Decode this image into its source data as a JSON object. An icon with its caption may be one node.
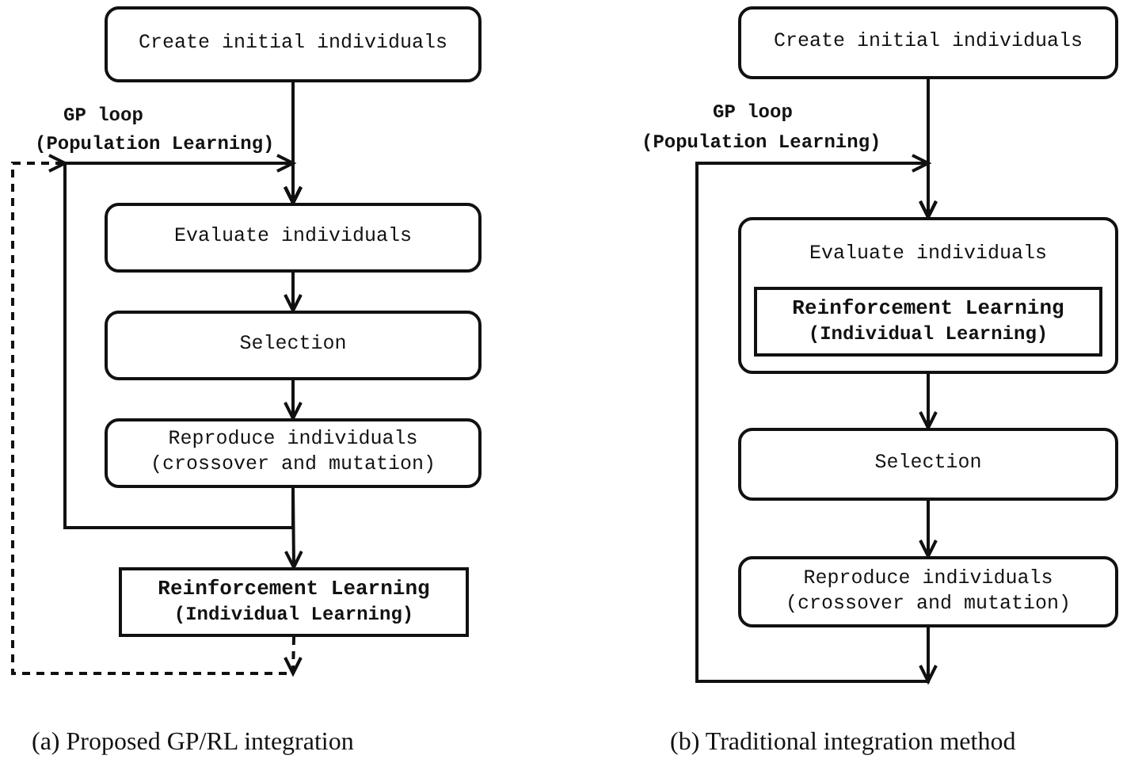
{
  "diagram": {
    "nodes": [
      {
        "text": [
          "Create initial individuals"
        ]
      },
      {
        "text": [
          "Evaluate individuals"
        ]
      },
      {
        "text": [
          "Selection"
        ]
      },
      {
        "text": [
          "Reproduce individuals (crossover and mutation)"
        ]
      },
      {
        "text": [
          "Reinforcement Learning",
          "(Individual Learning)"
        ]
      },
      {
        "text": [
          "Create initial individuals"
        ]
      },
      {
        "text": [
          "Evaluate individuals"
        ]
      },
      {
        "text": [
          "Reinforcement Learning",
          "(Individual Learning)"
        ],
        "in": 6
      },
      {
        "text": [
          "Selection"
        ]
      },
      {
        "text": [
          "Reproduce individuals (crossover and mutation)"
        ]
      }
    ],
    "edges": [
      {
        "from": 0,
        "to": 1,
        "arrow": "to"
      },
      {
        "from": 1,
        "to": 2,
        "arrow": "to"
      },
      {
        "from": 2,
        "to": 3,
        "arrow": "to"
      },
      {
        "from": 3,
        "to": 1,
        "arrow": "to"
      },
      {
        "from": 3,
        "to": 4,
        "arrow": "to"
      },
      {
        "from": 4,
        "to": 1,
        "arrow": "to",
        "style": "dashed"
      },
      {
        "from": 5,
        "to": 6,
        "arrow": "to"
      },
      {
        "from": 6,
        "to": 8,
        "arrow": "to"
      },
      {
        "from": 8,
        "to": 9,
        "arrow": "to"
      },
      {
        "from": 9,
        "to": 6,
        "arrow": "to"
      }
    ],
    "labels": [
      "GP loop",
      "(Population Learning)",
      "GP loop",
      "(Population Learning)",
      "(a) Proposed GP/RL integration",
      "(b) Traditional integration method"
    ]
  }
}
